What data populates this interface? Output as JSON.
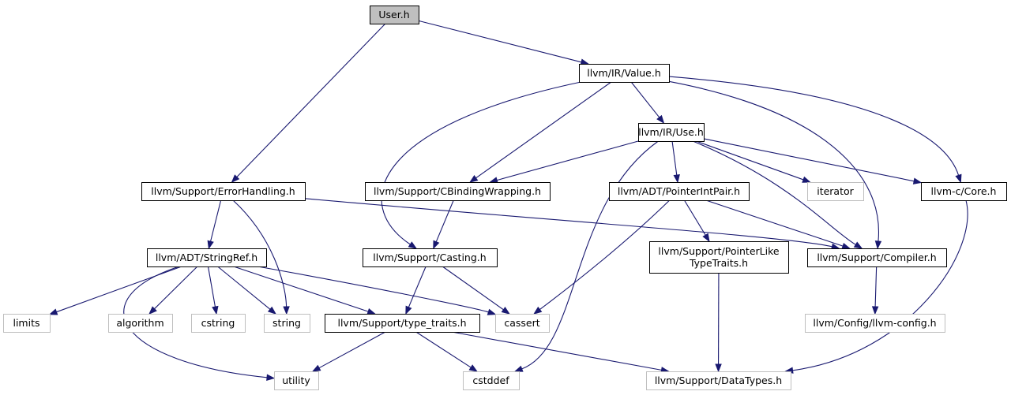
{
  "diagram": {
    "nodes": [
      {
        "id": "user",
        "label": [
          "User.h"
        ],
        "kind": "root"
      },
      {
        "id": "value",
        "label": [
          "llvm/IR/Value.h"
        ],
        "kind": "local"
      },
      {
        "id": "errh",
        "label": [
          "llvm/Support/ErrorHandling.h"
        ],
        "kind": "local"
      },
      {
        "id": "use",
        "label": [
          "llvm/IR/Use.h"
        ],
        "kind": "local"
      },
      {
        "id": "cbw",
        "label": [
          "llvm/Support/CBindingWrapping.h"
        ],
        "kind": "local"
      },
      {
        "id": "pip",
        "label": [
          "llvm/ADT/PointerIntPair.h"
        ],
        "kind": "local"
      },
      {
        "id": "iterator",
        "label": [
          "iterator"
        ],
        "kind": "external"
      },
      {
        "id": "core",
        "label": [
          "llvm-c/Core.h"
        ],
        "kind": "local"
      },
      {
        "id": "stringref",
        "label": [
          "llvm/ADT/StringRef.h"
        ],
        "kind": "local"
      },
      {
        "id": "casting",
        "label": [
          "llvm/Support/Casting.h"
        ],
        "kind": "local"
      },
      {
        "id": "plt",
        "label": [
          "llvm/Support/PointerLike",
          "TypeTraits.h"
        ],
        "kind": "local"
      },
      {
        "id": "compiler",
        "label": [
          "llvm/Support/Compiler.h"
        ],
        "kind": "local"
      },
      {
        "id": "limits",
        "label": [
          "limits"
        ],
        "kind": "external"
      },
      {
        "id": "algorithm",
        "label": [
          "algorithm"
        ],
        "kind": "external"
      },
      {
        "id": "cstring",
        "label": [
          "cstring"
        ],
        "kind": "external"
      },
      {
        "id": "string",
        "label": [
          "string"
        ],
        "kind": "external"
      },
      {
        "id": "typetraits",
        "label": [
          "llvm/Support/type_traits.h"
        ],
        "kind": "local"
      },
      {
        "id": "cassert",
        "label": [
          "cassert"
        ],
        "kind": "external"
      },
      {
        "id": "llvmconfig",
        "label": [
          "llvm/Config/llvm-config.h"
        ],
        "kind": "external"
      },
      {
        "id": "utility",
        "label": [
          "utility"
        ],
        "kind": "external"
      },
      {
        "id": "cstddef",
        "label": [
          "cstddef"
        ],
        "kind": "external"
      },
      {
        "id": "datatypes",
        "label": [
          "llvm/Support/DataTypes.h"
        ],
        "kind": "external"
      }
    ],
    "edges": [
      [
        "user",
        "value"
      ],
      [
        "user",
        "errh"
      ],
      [
        "value",
        "use"
      ],
      [
        "value",
        "cbw"
      ],
      [
        "value",
        "casting"
      ],
      [
        "value",
        "compiler"
      ],
      [
        "value",
        "core"
      ],
      [
        "use",
        "cbw"
      ],
      [
        "use",
        "pip"
      ],
      [
        "use",
        "iterator"
      ],
      [
        "use",
        "core"
      ],
      [
        "use",
        "compiler"
      ],
      [
        "use",
        "cstddef"
      ],
      [
        "errh",
        "stringref"
      ],
      [
        "errh",
        "string"
      ],
      [
        "errh",
        "compiler"
      ],
      [
        "cbw",
        "casting"
      ],
      [
        "pip",
        "plt"
      ],
      [
        "pip",
        "compiler"
      ],
      [
        "pip",
        "cassert"
      ],
      [
        "core",
        "datatypes"
      ],
      [
        "stringref",
        "limits"
      ],
      [
        "stringref",
        "algorithm"
      ],
      [
        "stringref",
        "cstring"
      ],
      [
        "stringref",
        "string"
      ],
      [
        "stringref",
        "typetraits"
      ],
      [
        "stringref",
        "cassert"
      ],
      [
        "stringref",
        "utility"
      ],
      [
        "casting",
        "typetraits"
      ],
      [
        "casting",
        "cassert"
      ],
      [
        "plt",
        "datatypes"
      ],
      [
        "compiler",
        "llvmconfig"
      ],
      [
        "typetraits",
        "utility"
      ],
      [
        "typetraits",
        "cstddef"
      ],
      [
        "typetraits",
        "datatypes"
      ]
    ],
    "colors": {
      "edge": "#191970",
      "root_fill": "#bfbfbf",
      "external_border": "#bfbfbf"
    }
  }
}
